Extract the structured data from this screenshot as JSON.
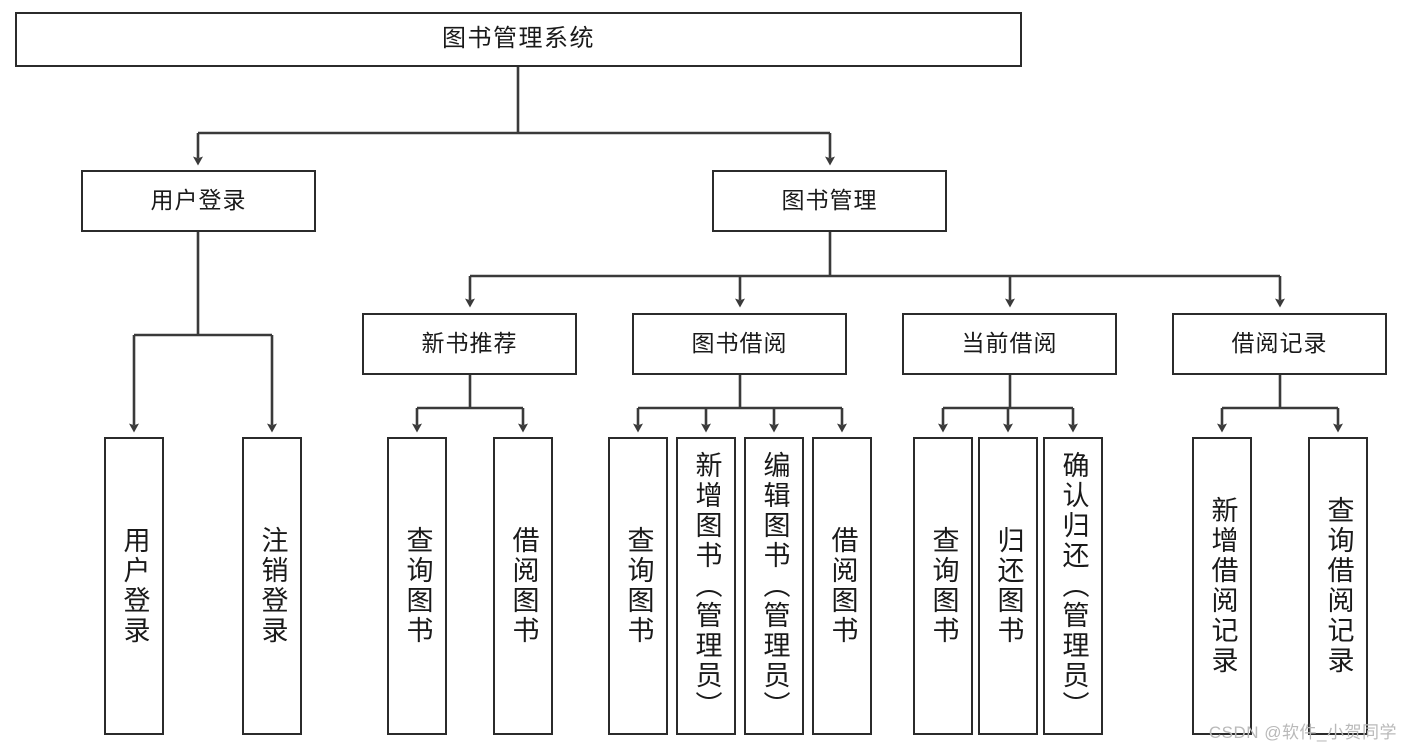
{
  "diagram": {
    "type": "tree",
    "title": "图书管理系统",
    "watermark": "CSDN @软件_小贺同学",
    "colors": {
      "node_border": "#2b2b2b",
      "node_fill": "#ffffff",
      "connector": "#3a3a3a",
      "background": "#ffffff",
      "watermark": "#b9b9b9"
    },
    "root": {
      "label": "图书管理系统"
    },
    "level2": [
      {
        "label": "用户登录"
      },
      {
        "label": "图书管理"
      }
    ],
    "level3": [
      {
        "label": "新书推荐"
      },
      {
        "label": "图书借阅"
      },
      {
        "label": "当前借阅"
      },
      {
        "label": "借阅记录"
      }
    ],
    "leaves": {
      "user_login": [
        {
          "label": "用户登录"
        },
        {
          "label": "注销登录"
        }
      ],
      "new_book_recommend": [
        {
          "label": "查询图书"
        },
        {
          "label": "借阅图书"
        }
      ],
      "book_borrow": [
        {
          "label": "查询图书"
        },
        {
          "label": "新增图书（管理员）"
        },
        {
          "label": "编辑图书（管理员）"
        },
        {
          "label": "借阅图书"
        }
      ],
      "current_borrow": [
        {
          "label": "查询图书"
        },
        {
          "label": "归还图书"
        },
        {
          "label": "确认归还（管理员）"
        }
      ],
      "borrow_record": [
        {
          "label": "新增借阅记录"
        },
        {
          "label": "查询借阅记录"
        }
      ]
    }
  }
}
